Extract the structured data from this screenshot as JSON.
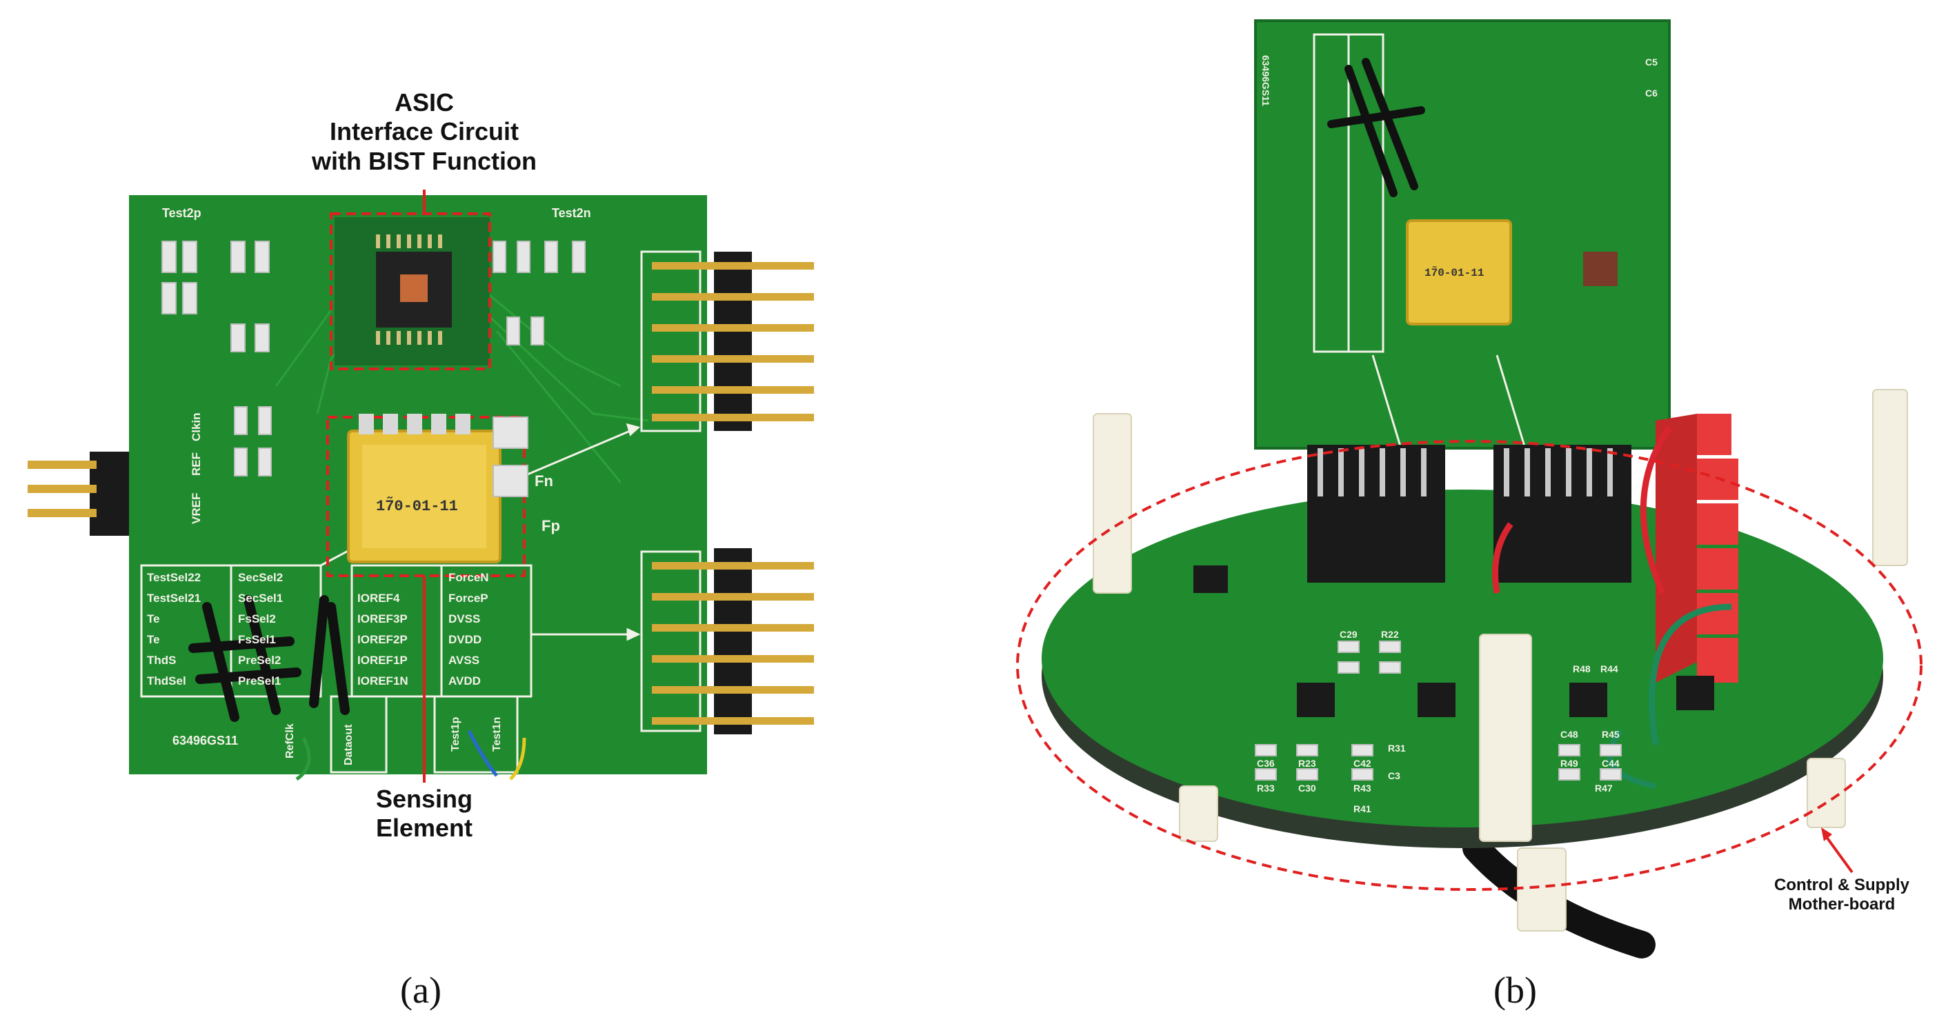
{
  "colors": {
    "pcb_green": "#1f8a2e",
    "pcb_dark": "#156b22",
    "silkscreen": "#f2f2e8",
    "gold": "#e8c23a",
    "annotation_red": "#e02020",
    "switch_red": "#e83a3a",
    "standoff": "#f3f0e2",
    "header_black": "#1a1a1a"
  },
  "panel_a": {
    "callout_top": [
      "ASIC",
      "Interface Circuit",
      "with  BIST Function"
    ],
    "callout_bottom": [
      "Sensing",
      "Element"
    ],
    "chip_marking": "17̃0-01-11",
    "board_labels": {
      "test2p": "Test2p",
      "test2n": "Test2n",
      "board_id": "63496GS11",
      "vref": "VREF",
      "ref": "REF",
      "clkin": "Clkin",
      "fn": "Fn",
      "fp": "Fp",
      "handwritten": "#7!"
    },
    "sel_table_left": [
      "TestSel22",
      "TestSel21",
      "Te",
      "Te",
      "ThdS",
      "ThdSel"
    ],
    "sel_table_left2": [
      "SecSel2",
      "SecSel1",
      "FsSel2",
      "FsSel1",
      "PreSel2",
      "PreSel1"
    ],
    "sel_table_right": [
      "IOREF4",
      "IOREF3P",
      "IOREF2P",
      "IOREF1P",
      "IOREF1N"
    ],
    "sel_table_right2": [
      "ForceN",
      "ForceP",
      "DVSS",
      "DVDD",
      "AVSS",
      "AVDD"
    ],
    "pads": [
      "RefClk",
      "Dataout",
      "Test1p",
      "Test1n"
    ]
  },
  "panel_b": {
    "callout": [
      "Control & Supply",
      "Mother-board"
    ],
    "board_id": "63496GS11",
    "chip_marking": "17̃0-01-11",
    "component_labels": [
      "C36",
      "R23",
      "C42",
      "R31",
      "R33",
      "C30",
      "R43",
      "C3",
      "R41",
      "C48",
      "R45",
      "R49",
      "C44",
      "R47",
      "C29",
      "R22",
      "R48",
      "R44",
      "C5",
      "C6"
    ]
  },
  "captions": {
    "a": "(a)",
    "b": "(b)"
  }
}
